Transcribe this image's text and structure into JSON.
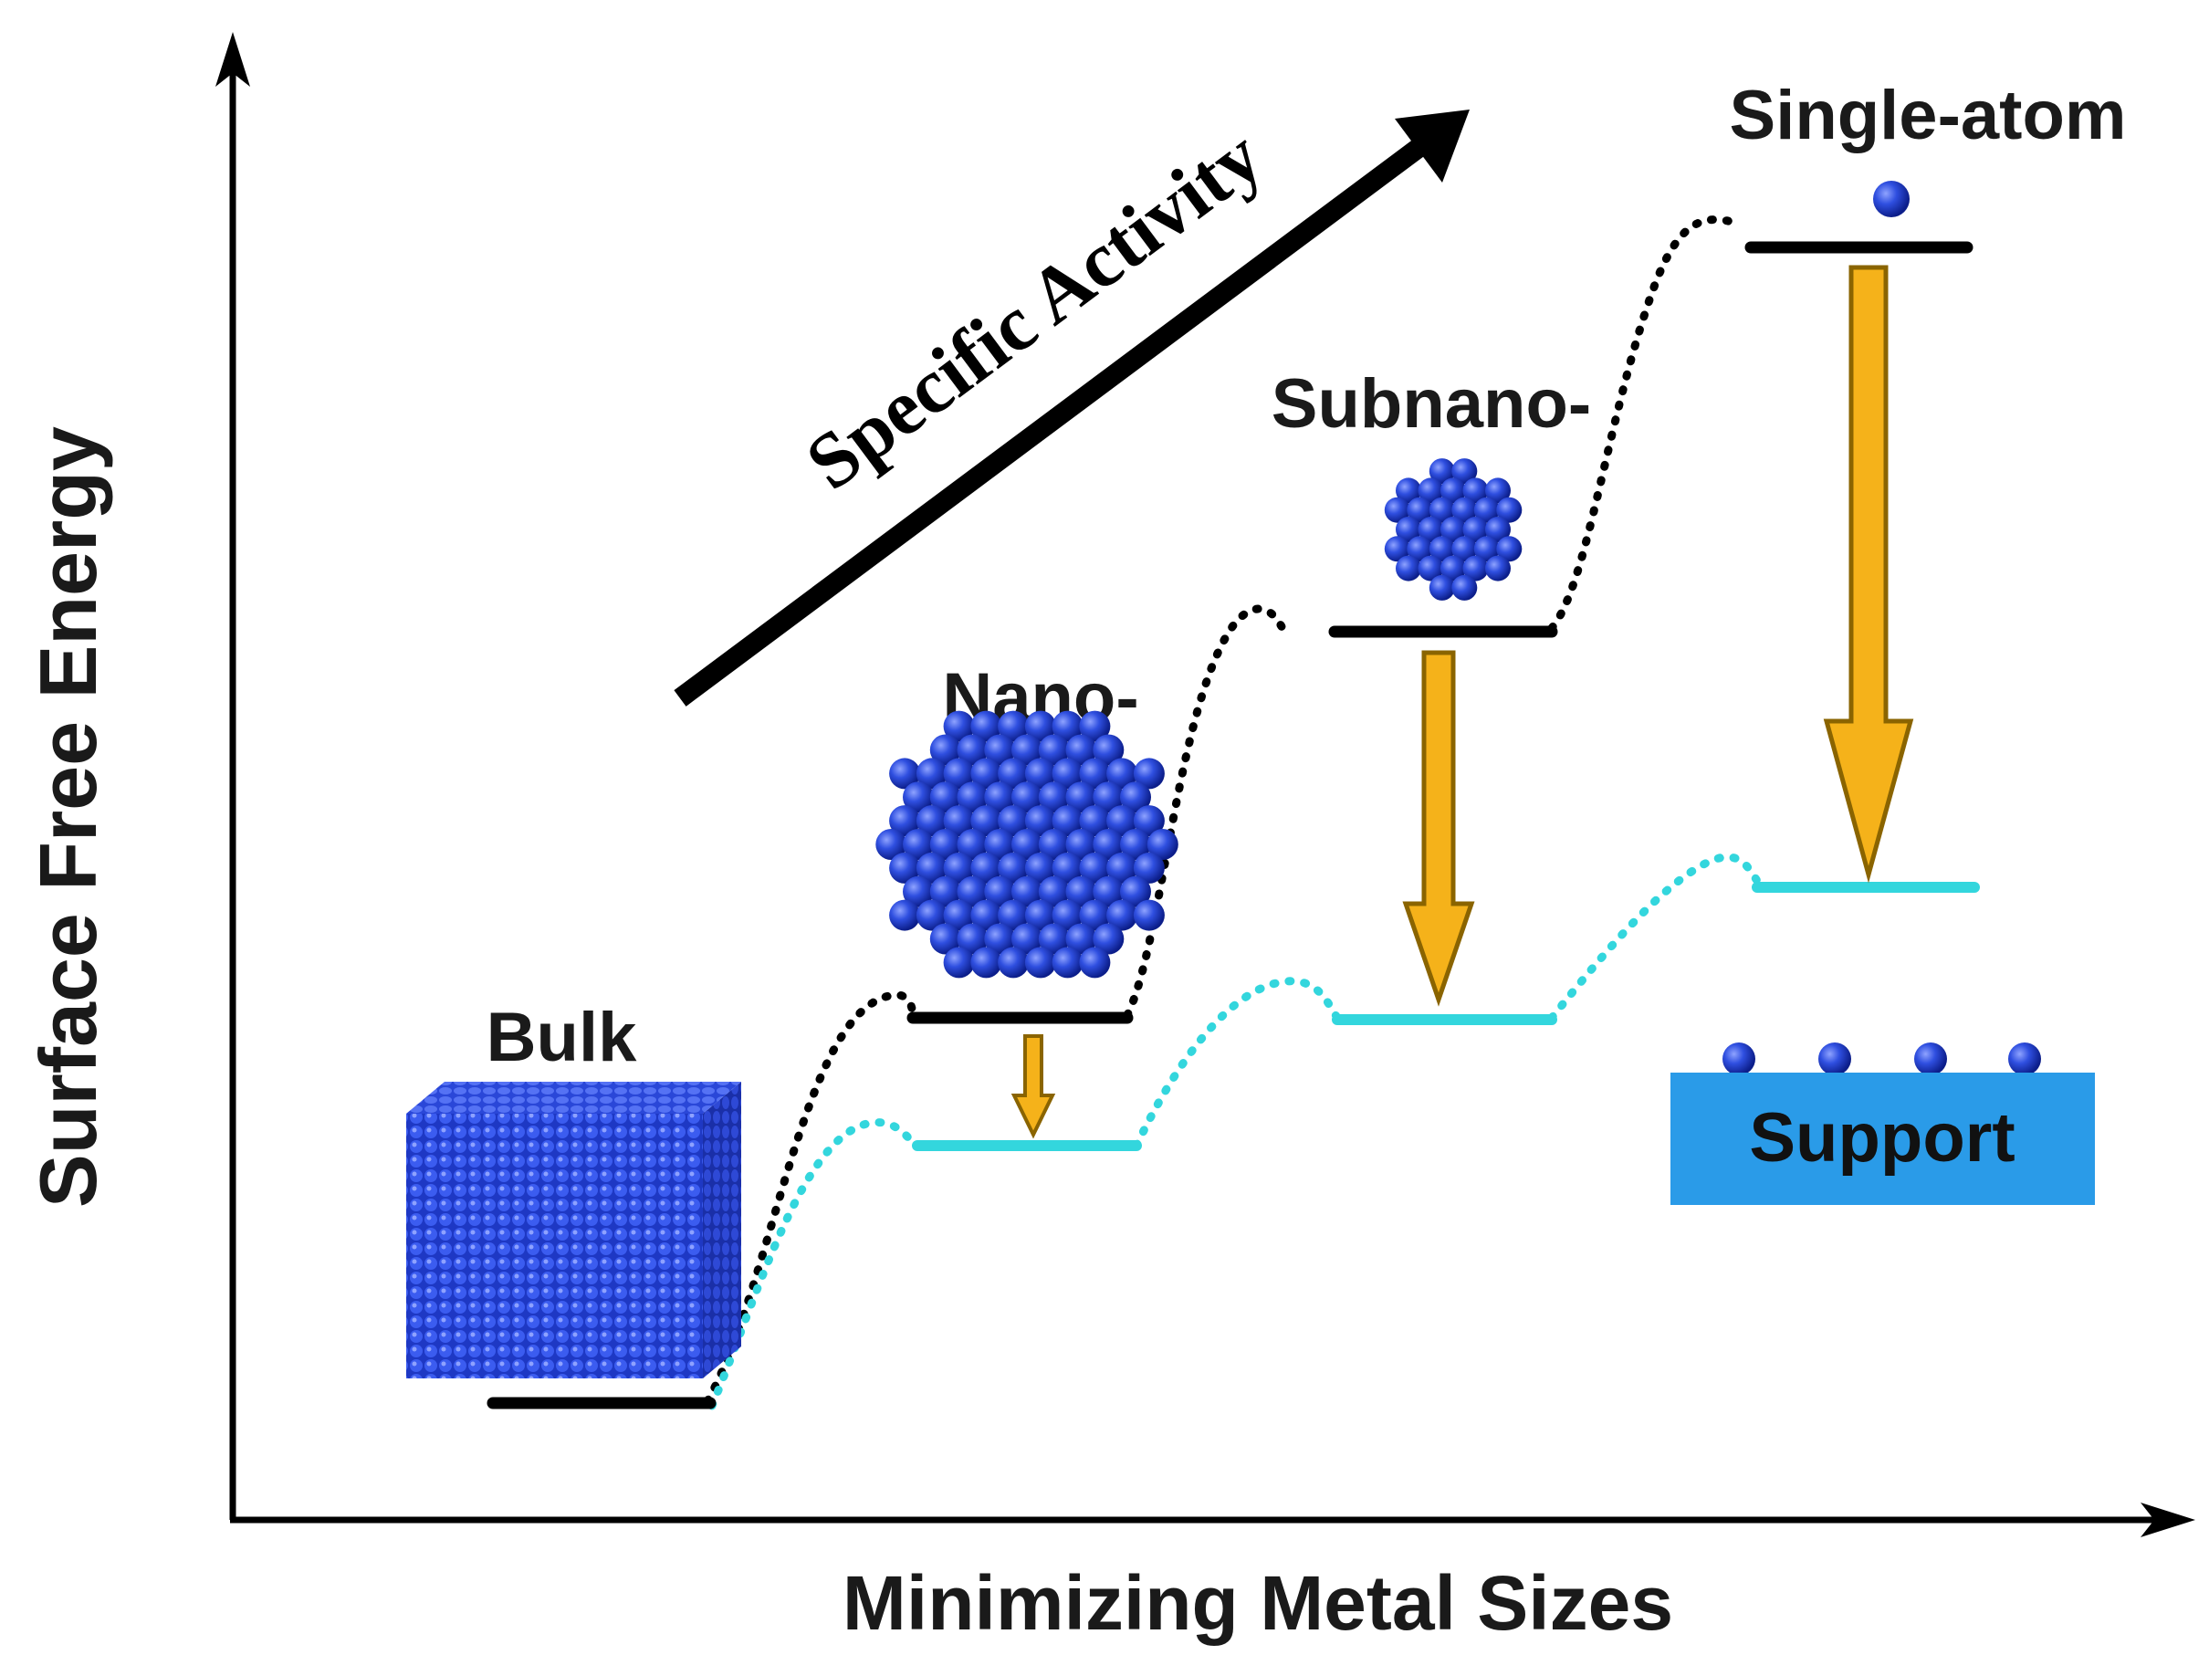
{
  "axes": {
    "y_label": "Surface Free Energy",
    "x_label": "Minimizing Metal Sizes"
  },
  "trend": {
    "label": "Specific Activity"
  },
  "stages": [
    {
      "label": "Bulk"
    },
    {
      "label": "Nano-"
    },
    {
      "label": "Subnano-"
    },
    {
      "label": "Single-atom"
    }
  ],
  "support": {
    "label": "Support"
  },
  "colors": {
    "unsupported_level": "#000000",
    "supported_level": "#33d6dd",
    "arrow_fill": "#f5b21a",
    "arrow_edge": "#8a6400",
    "particle": "#2540c8",
    "support_box": "#2a9be8"
  }
}
